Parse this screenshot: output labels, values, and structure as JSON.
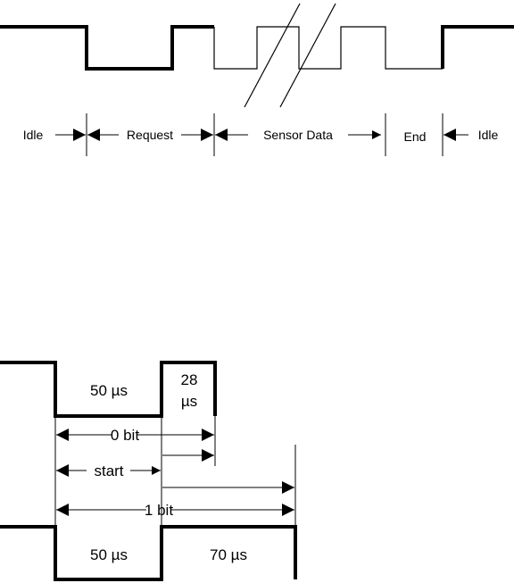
{
  "top_timing": {
    "segments": {
      "idle_left": "Idle",
      "request": "Request",
      "sensor_data": "Sensor Data",
      "end": "End",
      "idle_right": "Idle"
    }
  },
  "bit_timing": {
    "low_pulse_label": "50 µs",
    "zero_high_label_line1": "28",
    "zero_high_label_line2": "µs",
    "zero_bit_label": "0 bit",
    "start_label": "start",
    "one_bit_label": "1 bit",
    "one_low_pulse_label": "50 µs",
    "one_high_label": "70 µs"
  }
}
